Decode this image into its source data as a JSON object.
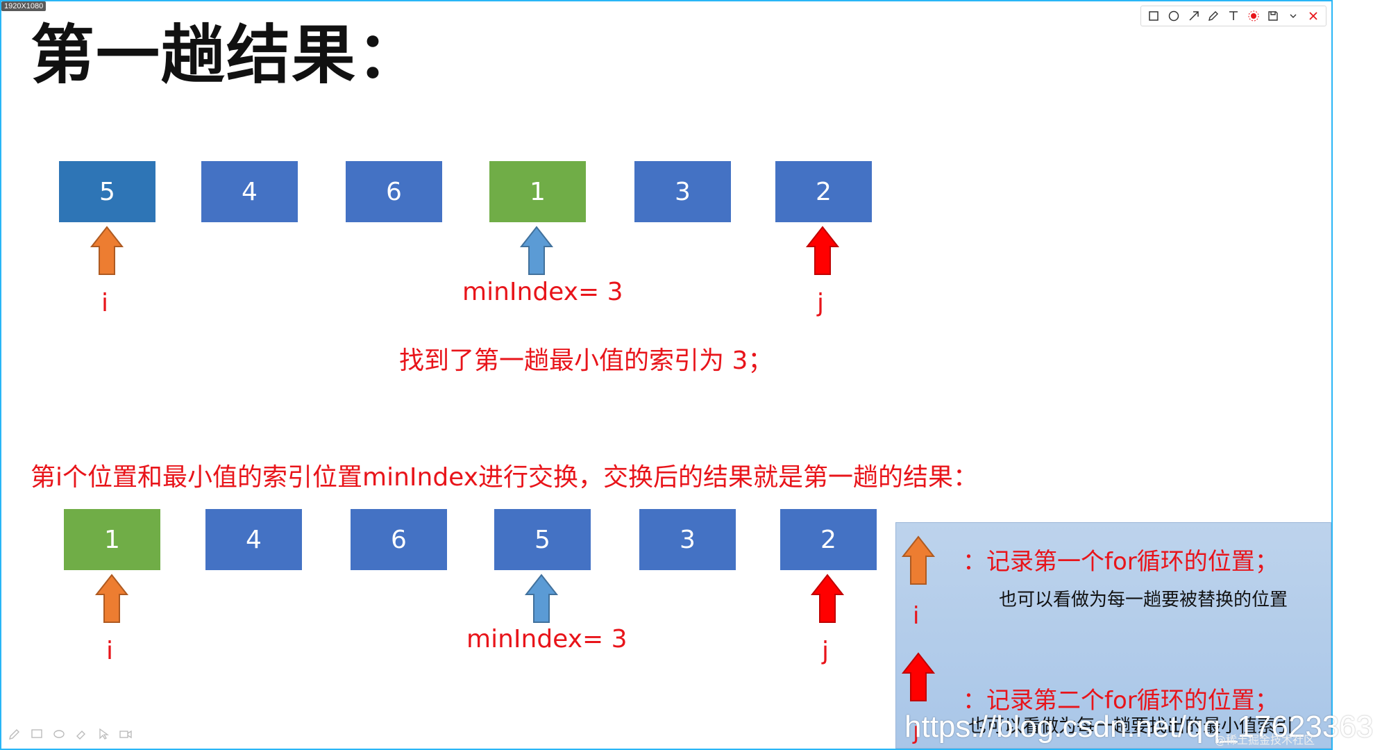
{
  "badge": "1920X1080",
  "title": "第一趟结果：",
  "colors": {
    "blue": "#4472c4",
    "green": "#70ad47",
    "orange": "#ed7d31",
    "lightblue": "#5b9bd5",
    "red": "#ff0000",
    "text_red": "#e8141a"
  },
  "row1": {
    "values": [
      "5",
      "4",
      "6",
      "1",
      "3",
      "2"
    ],
    "i_label": "i",
    "min_label": "minIndex= 3",
    "j_label": "j"
  },
  "found_note": "找到了第一趟最小值的索引为 3；",
  "swap_note": "第i个位置和最小值的索引位置minIndex进行交换，交换后的结果就是第一趟的结果：",
  "row2": {
    "values": [
      "1",
      "4",
      "6",
      "5",
      "3",
      "2"
    ],
    "i_label": "i",
    "min_label": "minIndex= 3",
    "j_label": "j"
  },
  "legend": {
    "line1": "：记录第一个for循环的位置；",
    "line1_sub": "也可以看做为每一趟要被替换的位置",
    "i_label": "i",
    "line2": "：记录第二个for循环的位置；",
    "line2_sub": "也可以看做为每一趟要找出的最小值索引",
    "j_label": "j"
  },
  "watermark": "https://blog.csdn.net/qq_17623363",
  "watermark_small": "@稀土掘金技术社区",
  "toolbar_icons": [
    "rectangle-icon",
    "circle-icon",
    "arrow-icon",
    "pen-icon",
    "text-icon",
    "mosaic-icon",
    "save-icon",
    "dropdown-icon",
    "close-icon"
  ]
}
